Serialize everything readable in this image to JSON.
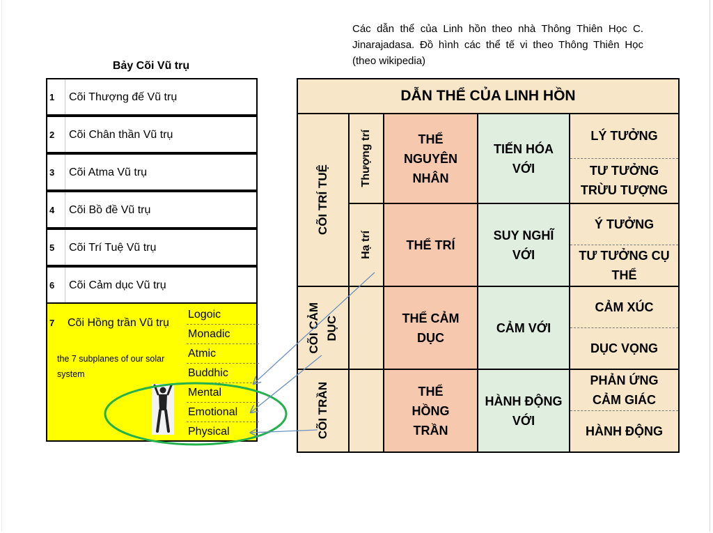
{
  "left": {
    "title": "Bảy Cõi Vũ trụ",
    "rows": [
      {
        "num": "1",
        "label": "Cõi Thượng đế Vũ trụ"
      },
      {
        "num": "2",
        "label": "Cõi Chân thần Vũ trụ"
      },
      {
        "num": "3",
        "label": "Cõi Atma Vũ trụ"
      },
      {
        "num": "4",
        "label": "Cõi Bồ đề Vũ trụ"
      },
      {
        "num": "5",
        "label": "Cõi Trí Tuệ Vũ trụ"
      },
      {
        "num": "6",
        "label": "Cõi Cảm dục Vũ trụ"
      }
    ],
    "row7": {
      "num": "7",
      "label": "Cõi Hồng trần Vũ trụ"
    },
    "note": "the 7 subplanes of our solar system",
    "subplanes": [
      "Logoic",
      "Monadic",
      "Atmic",
      "Buddhic",
      "Mental",
      "Emotional",
      "Physical"
    ]
  },
  "caption": "Các dẫn thể của Linh hồn theo nhà Thông Thiên Học C. Jinarajadasa. Đồ hình các thể tế vi theo Thông Thiên Học (theo wikipedia)",
  "right": {
    "header": "DẪN THỂ CỦA LINH HỒN",
    "planes": {
      "tri_tue": "CÕI TRÍ TUỆ",
      "cam_duc": "CÕI CẢM\nDỤC",
      "tran": "CÕI TRẦN"
    },
    "subs": {
      "thuong_tri": "Thượng trí",
      "ha_tri": "Hạ trí"
    },
    "bodies": [
      "THỂ NGUYÊN NHÂN",
      "THỂ TRÍ",
      "THỂ CẢM DỤC",
      "THỂ HỒNG TRẦN"
    ],
    "actions": [
      "TIẾN HÓA VỚI",
      "SUY NGHĨ VỚI",
      "CẢM VỚI",
      "HÀNH ĐỘNG VỚI"
    ],
    "faculties": [
      "LÝ TƯỞNG",
      "TƯ TƯỞNG TRỪU TƯỢNG",
      "Ý TƯỞNG",
      "TƯ TƯỞNG CỤ THỂ",
      "CẢM XÚC",
      "DỤC VỌNG",
      "PHẢN ỨNG CẢM GIÁC",
      "HÀNH ĐỘNG"
    ]
  },
  "colors": {
    "yellow": "#ffff00",
    "peach": "#f6c9ae",
    "green": "#e0eedf",
    "cream": "#f7e7c8",
    "ellipse": "#22b14c",
    "arrow": "#6b8fbf"
  }
}
